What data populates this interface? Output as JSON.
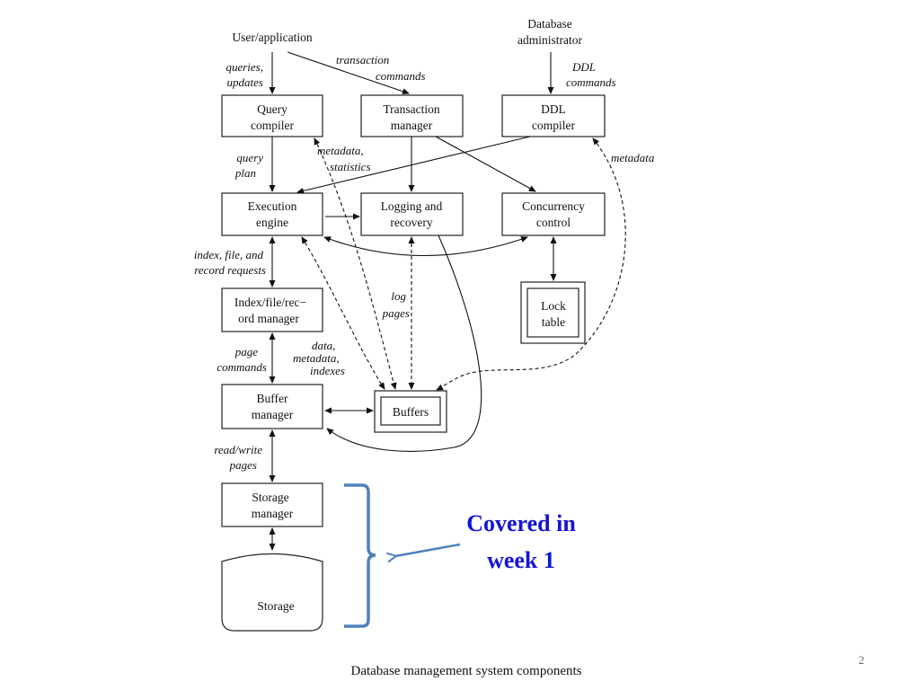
{
  "colors": {
    "note": "#1414d6",
    "bracket": "#4f81bd"
  },
  "sources": {
    "user": "User/application",
    "dba": [
      "Database",
      "administrator"
    ]
  },
  "components": {
    "query_compiler": [
      "Query",
      "compiler"
    ],
    "transaction_manager": [
      "Transaction",
      "manager"
    ],
    "ddl_compiler": [
      "DDL",
      "compiler"
    ],
    "execution_engine": [
      "Execution",
      "engine"
    ],
    "logging_recovery": [
      "Logging and",
      "recovery"
    ],
    "concurrency_control": [
      "Concurrency",
      "control"
    ],
    "index_manager": [
      "Index/file/rec−",
      "ord manager"
    ],
    "lock_table": [
      "Lock",
      "table"
    ],
    "buffer_manager": [
      "Buffer",
      "manager"
    ],
    "buffers": "Buffers",
    "storage_manager": [
      "Storage",
      "manager"
    ],
    "storage": "Storage"
  },
  "edge_labels": {
    "queries_updates": [
      "queries,",
      "updates"
    ],
    "transaction_commands": [
      "transaction",
      "commands"
    ],
    "ddl_commands": [
      "DDL",
      "commands"
    ],
    "query_plan": [
      "query",
      "plan"
    ],
    "metadata_statistics": [
      "metadata,",
      "statistics"
    ],
    "metadata": "metadata",
    "index_requests": [
      "index, file, and",
      "record requests"
    ],
    "log_pages": [
      "log",
      "pages"
    ],
    "page_commands": [
      "page",
      "commands"
    ],
    "data_metadata_indexes": [
      "data,",
      "metadata,",
      "indexes"
    ],
    "read_write_pages": [
      "read/write",
      "pages"
    ]
  },
  "annotation": [
    "Covered in",
    "week 1"
  ],
  "caption": "Database management system components",
  "page_number": "2"
}
